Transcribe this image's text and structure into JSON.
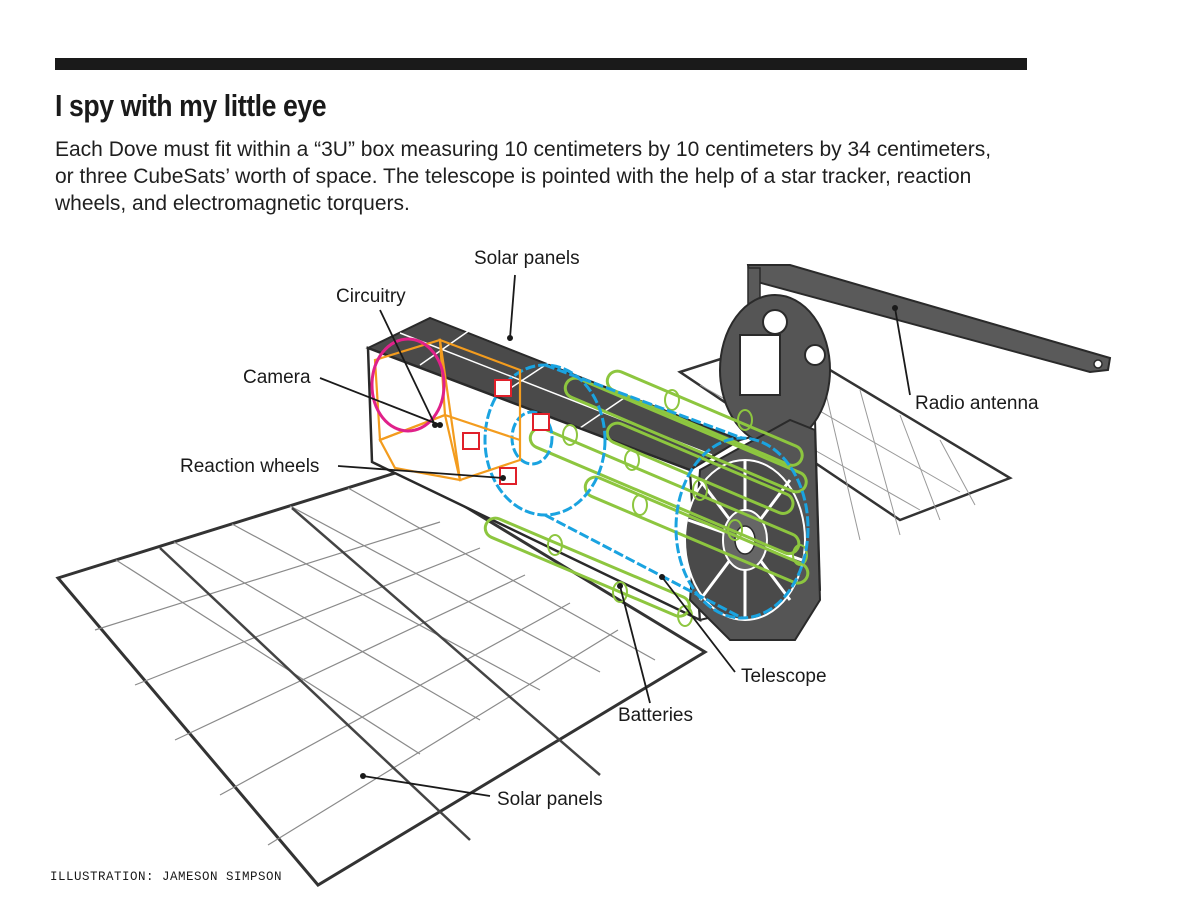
{
  "header": {
    "title": "I spy with my little eye",
    "description": "Each Dove must fit within a “3U” box measuring 10 centimeters by 10 centimeters by 34 centimeters, or three CubeSats’ worth of space. The telescope is pointed with the help of a star tracker, reaction wheels, and electromagnetic torquers."
  },
  "labels": {
    "solar_panels_top": "Solar panels",
    "circuitry": "Circuitry",
    "camera": "Camera",
    "reaction_wheels": "Reaction wheels",
    "radio_antenna": "Radio antenna",
    "telescope": "Telescope",
    "batteries": "Batteries",
    "solar_panels_bottom": "Solar panels"
  },
  "credit": "ILLUSTRATION: JAMESON SIMPSON",
  "colors": {
    "camera": "#e0218a",
    "circuitry": "#f39c1e",
    "reaction_wheels": "#e0202a",
    "telescope": "#1aa3e0",
    "batteries": "#8dc63f",
    "structure": "#555555"
  }
}
